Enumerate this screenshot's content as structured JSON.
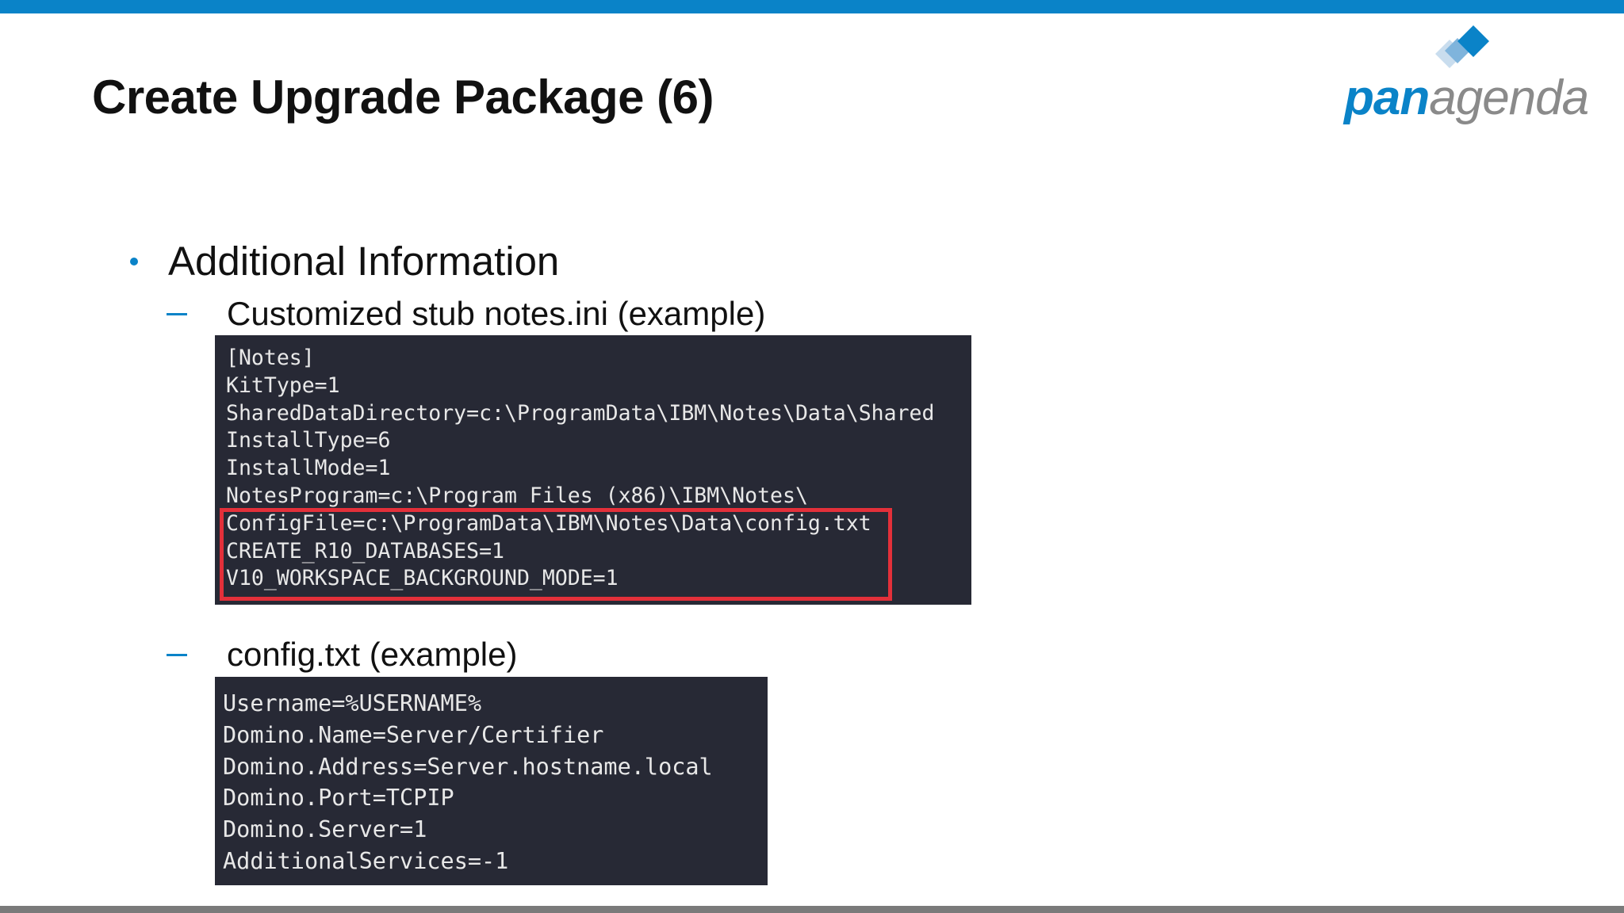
{
  "slide": {
    "title": "Create Upgrade Package (6)"
  },
  "logo": {
    "pan": "pan",
    "agenda": "agenda",
    "colors": {
      "blue": "#0a83c8",
      "gray": "#8a8a8a"
    }
  },
  "bullet": {
    "text": "Additional Information"
  },
  "sections": [
    {
      "label": "Customized stub notes.ini (example)",
      "code": [
        "[Notes]",
        "KitType=1",
        "SharedDataDirectory=c:\\ProgramData\\IBM\\Notes\\Data\\Shared",
        "InstallType=6",
        "InstallMode=1",
        "NotesProgram=c:\\Program Files (x86)\\IBM\\Notes\\",
        "ConfigFile=c:\\ProgramData\\IBM\\Notes\\Data\\config.txt",
        "CREATE_R10_DATABASES=1",
        "V10_WORKSPACE_BACKGROUND_MODE=1"
      ]
    },
    {
      "label": "config.txt (example)",
      "code": [
        "Username=%USERNAME%",
        "Domino.Name=Server/Certifier",
        "Domino.Address=Server.hostname.local",
        "Domino.Port=TCPIP",
        "Domino.Server=1",
        "AdditionalServices=-1"
      ]
    }
  ],
  "colors": {
    "accent": "#0a83c8",
    "code_background": "#272935",
    "highlight_border": "#e3303a"
  }
}
